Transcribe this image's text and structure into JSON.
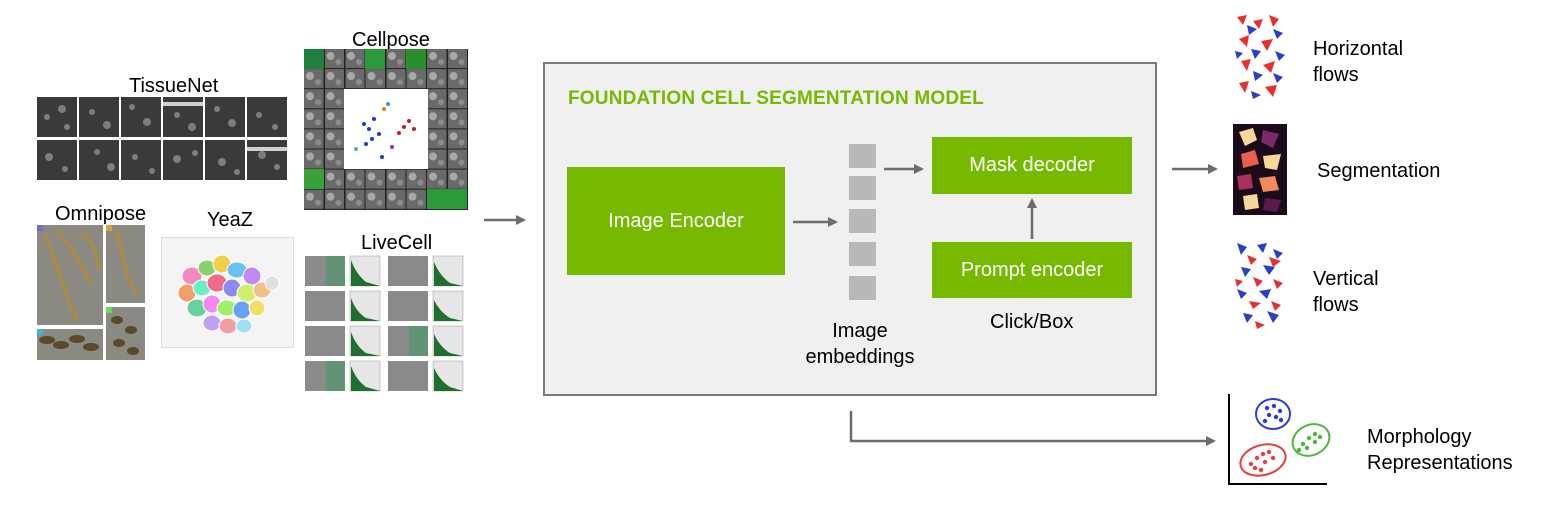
{
  "datasets": {
    "tissuenet": "TissueNet",
    "cellpose": "Cellpose",
    "omnipose": "Omnipose",
    "yeaz": "YeaZ",
    "livecell": "LiveCell"
  },
  "model": {
    "title": "FOUNDATION CELL SEGMENTATION MODEL",
    "image_encoder": "Image Encoder",
    "mask_decoder": "Mask decoder",
    "prompt_encoder": "Prompt encoder",
    "embeddings_line1": "Image",
    "embeddings_line2": "embeddings",
    "click_box": "Click/Box"
  },
  "outputs": {
    "horizontal_line1": "Horizontal",
    "horizontal_line2": "flows",
    "segmentation": "Segmentation",
    "vertical_line1": "Vertical",
    "vertical_line2": "flows",
    "morphology_line1": "Morphology",
    "morphology_line2": "Representations"
  },
  "colors": {
    "accent_green": "#76b900",
    "flow_red": "#e8312f",
    "flow_blue": "#2a3fc9",
    "seg_dark": "#1a0a1a",
    "cluster_blue": "#2c3fd6",
    "cluster_green": "#4fb83a",
    "cluster_red": "#e2433f"
  }
}
